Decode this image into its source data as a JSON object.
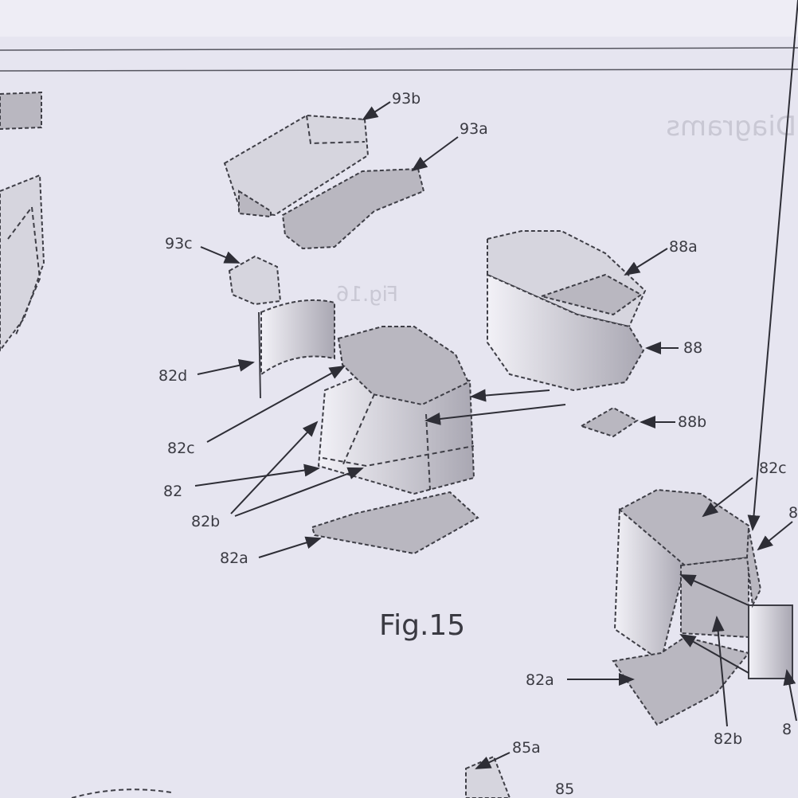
{
  "figure": {
    "caption": "Fig.15",
    "labels": {
      "l93b": "93b",
      "l93a": "93a",
      "l93c": "93c",
      "l88a": "88a",
      "l88": "88",
      "l88b": "88b",
      "l82d": "82d",
      "l82c": "82c",
      "l82": "82",
      "l82b": "82b",
      "l82a": "82a"
    }
  },
  "adjacent_figure": {
    "labels": {
      "l82c": "82c",
      "l82a": "82a",
      "l82b": "82b",
      "l85a": "85a",
      "l85": "85",
      "l8_top": "8",
      "l8_bottom": "8"
    }
  },
  "bleed_through": {
    "title": "Diagrams",
    "fig": "Fig.16"
  }
}
